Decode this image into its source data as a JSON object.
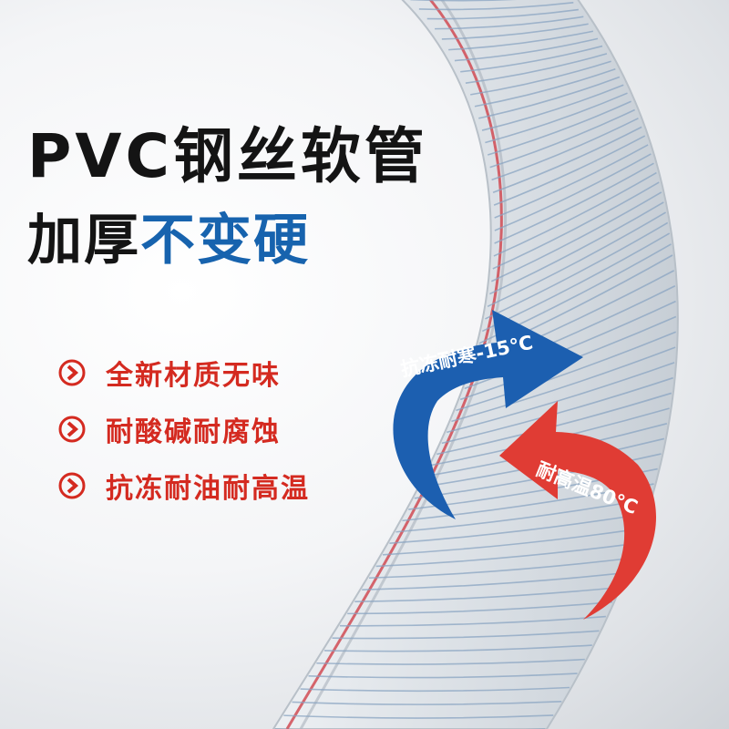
{
  "colors": {
    "title": "#141414",
    "subtitle_accent": "#1763ae",
    "feature_text": "#d42a20",
    "cold_arrow": "#1c5fb0",
    "heat_arrow": "#e03c34",
    "hose_rib": "#8aa4c2"
  },
  "headline": {
    "title": "PVC钢丝软管",
    "subtitle_dark": "加厚",
    "subtitle_accent": "不变硬"
  },
  "features": [
    {
      "text": "全新材质无味",
      "icon": "chevron-right-circle-icon"
    },
    {
      "text": "耐酸碱耐腐蚀",
      "icon": "chevron-right-circle-icon"
    },
    {
      "text": "抗冻耐油耐高温",
      "icon": "chevron-right-circle-icon"
    }
  ],
  "badges": {
    "cold": "抗冻耐寒-15℃",
    "heat": "耐高温80℃"
  }
}
